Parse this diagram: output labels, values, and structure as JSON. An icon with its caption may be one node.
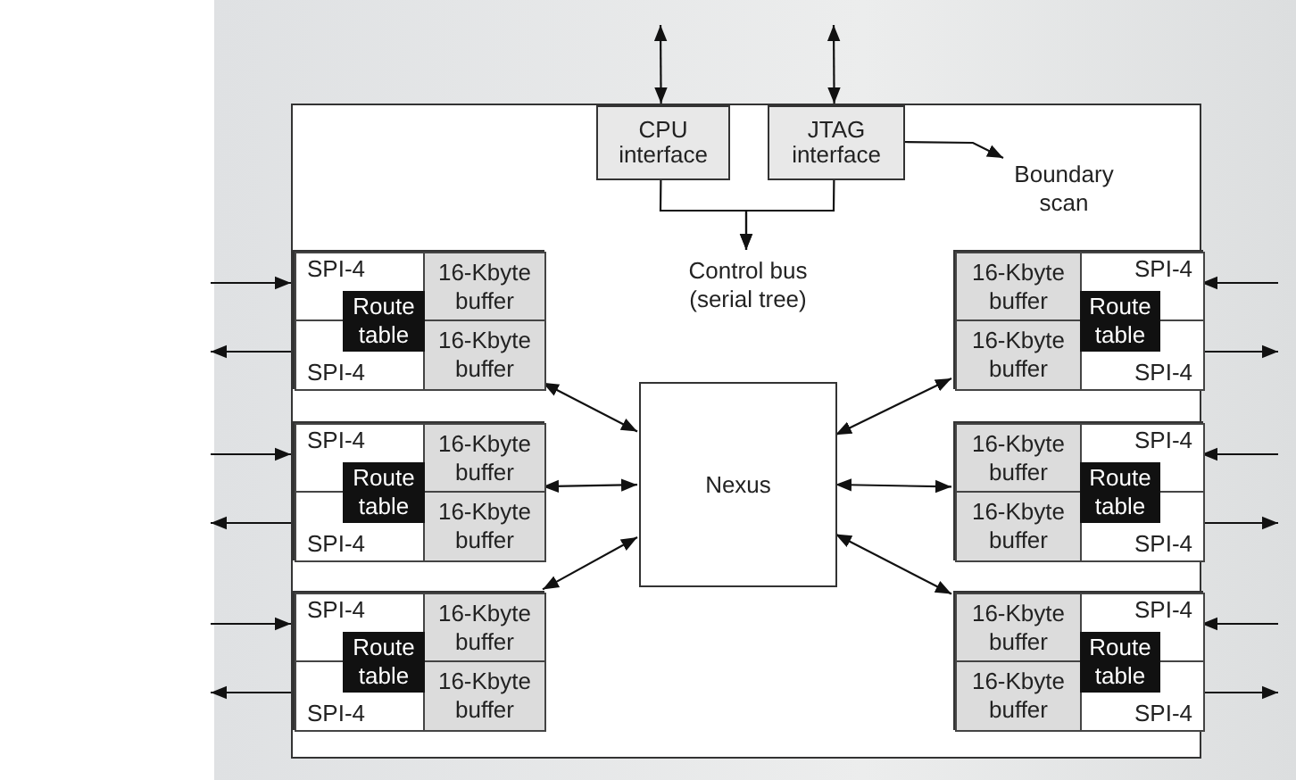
{
  "diagram": {
    "nodes": [
      {
        "text": [],
        "shape": "box"
      },
      {
        "text": [
          "CPU interface"
        ],
        "in": 0
      },
      {
        "text": [
          "JTAG interface"
        ],
        "in": 0
      },
      {
        "text": [
          "Boundary scan"
        ],
        "in": 0
      },
      {
        "text": [
          "Control bus (serial tree)"
        ],
        "in": 0
      },
      {
        "text": [],
        "shape": "box",
        "in": 0
      },
      {
        "text": [
          "SPI-4"
        ],
        "in": 5
      },
      {
        "text": [
          "16-Kbyte buffer"
        ],
        "in": 5
      },
      {
        "text": [
          "Route table"
        ],
        "in": 5
      },
      {
        "text": [
          "16-Kbyte buffer"
        ],
        "in": 5
      },
      {
        "text": [
          "SPI-4"
        ],
        "in": 5
      },
      {
        "text": [],
        "shape": "box",
        "in": 0
      },
      {
        "text": [
          "SPI-4"
        ],
        "in": 11
      },
      {
        "text": [
          "16-Kbyte buffer"
        ],
        "in": 11
      },
      {
        "text": [
          "Route table"
        ],
        "in": 11
      },
      {
        "text": [
          "16-Kbyte buffer"
        ],
        "in": 11
      },
      {
        "text": [
          "SPI-4"
        ],
        "in": 11
      },
      {
        "text": [],
        "shape": "box",
        "in": 0
      },
      {
        "text": [
          "SPI-4"
        ],
        "in": 17
      },
      {
        "text": [
          "16-Kbyte buffer"
        ],
        "in": 17
      },
      {
        "text": [
          "Route table"
        ],
        "in": 17
      },
      {
        "text": [
          "16-Kbyte buffer"
        ],
        "in": 17
      },
      {
        "text": [
          "SPI-4"
        ],
        "in": 17
      },
      {
        "text": [
          "Nexus"
        ],
        "in": 0
      },
      {
        "text": [],
        "shape": "box",
        "in": 0
      },
      {
        "text": [
          "16-Kbyte buffer"
        ],
        "in": 24
      },
      {
        "text": [
          "SPI-4"
        ],
        "in": 24
      },
      {
        "text": [
          "Route table"
        ],
        "in": 24
      },
      {
        "text": [
          "16-Kbyte buffer"
        ],
        "in": 24
      },
      {
        "text": [
          "SPI-4"
        ],
        "in": 24
      },
      {
        "text": [],
        "shape": "box",
        "in": 0
      },
      {
        "text": [
          "16-Kbyte buffer"
        ],
        "in": 30
      },
      {
        "text": [
          "SPI-4"
        ],
        "in": 30
      },
      {
        "text": [
          "Route table"
        ],
        "in": 30
      },
      {
        "text": [
          "16-Kbyte buffer"
        ],
        "in": 30
      },
      {
        "text": [
          "SPI-4"
        ],
        "in": 30
      },
      {
        "text": [],
        "shape": "box",
        "in": 0
      },
      {
        "text": [
          "16-Kbyte buffer"
        ],
        "in": 36
      },
      {
        "text": [
          "SPI-4"
        ],
        "in": 36
      },
      {
        "text": [
          "Route table"
        ],
        "in": 36
      },
      {
        "text": [
          "16-Kbyte buffer"
        ],
        "in": 36
      },
      {
        "text": [
          "SPI-4"
        ],
        "in": 36
      }
    ],
    "edges": [
      {
        "from": null,
        "to": 1,
        "arrow": "both"
      },
      {
        "from": null,
        "to": 2,
        "arrow": "both"
      },
      {
        "from": 2,
        "to": 3,
        "arrow": "to"
      },
      {
        "from": 1,
        "to": 4,
        "arrow": "to"
      },
      {
        "from": 2,
        "to": 4,
        "arrow": "to"
      },
      {
        "from": null,
        "to": 6,
        "arrow": "to"
      },
      {
        "from": 10,
        "to": null,
        "arrow": "to"
      },
      {
        "from": 5,
        "to": 23,
        "arrow": "both"
      },
      {
        "from": null,
        "to": 12,
        "arrow": "to"
      },
      {
        "from": 16,
        "to": null,
        "arrow": "to"
      },
      {
        "from": 11,
        "to": 23,
        "arrow": "both"
      },
      {
        "from": null,
        "to": 18,
        "arrow": "to"
      },
      {
        "from": 22,
        "to": null,
        "arrow": "to"
      },
      {
        "from": 17,
        "to": 23,
        "arrow": "both"
      },
      {
        "from": 23,
        "to": 24,
        "arrow": "both"
      },
      {
        "from": null,
        "to": 26,
        "arrow": "to"
      },
      {
        "from": 29,
        "to": null,
        "arrow": "to"
      },
      {
        "from": 23,
        "to": 30,
        "arrow": "both"
      },
      {
        "from": null,
        "to": 32,
        "arrow": "to"
      },
      {
        "from": 35,
        "to": null,
        "arrow": "to"
      },
      {
        "from": 23,
        "to": 36,
        "arrow": "both"
      },
      {
        "from": null,
        "to": 38,
        "arrow": "to"
      },
      {
        "from": 41,
        "to": null,
        "arrow": "to"
      }
    ]
  }
}
